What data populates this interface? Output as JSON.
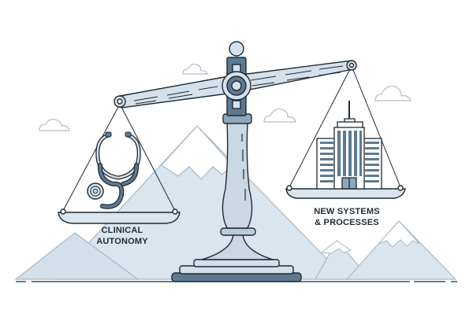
{
  "illustration": {
    "subject": "balance-scale",
    "colors": {
      "outline": "#1f2a33",
      "metal_light": "#d5e1ea",
      "metal_mid": "#b9ccd9",
      "metal_dark": "#5d7a92",
      "mountain_fill": "#dbe5ee",
      "mountain_line": "#a9b9c6",
      "cloud_line": "#b5bec6",
      "background": "#ffffff"
    },
    "left_pan": {
      "icon": "stethoscope-icon",
      "label_lines": [
        "CLINICAL",
        "AUTONOMY"
      ]
    },
    "right_pan": {
      "icon": "office-building-icon",
      "label_lines": [
        "NEW SYSTEMS",
        "& PROCESSES"
      ]
    }
  }
}
